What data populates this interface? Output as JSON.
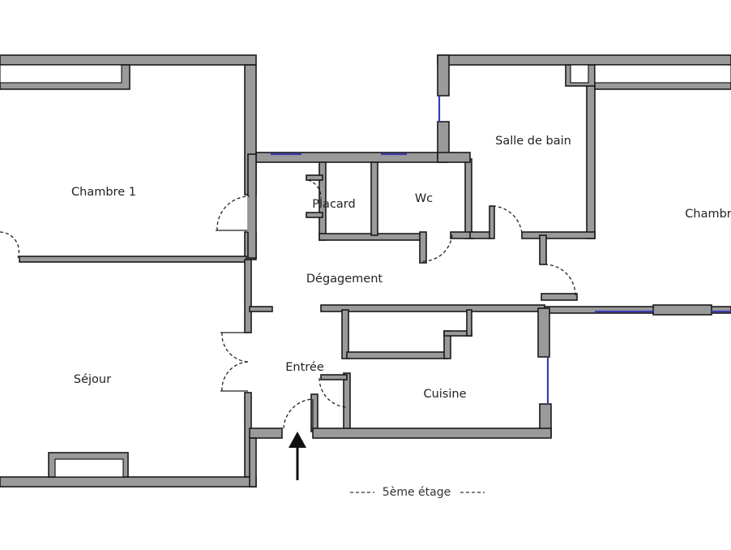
{
  "rooms": {
    "chambre1": "Chambre 1",
    "sejour": "Séjour",
    "placard": "Placard",
    "wc": "Wc",
    "salle_de_bain": "Salle de bain",
    "chambre2": "Chambr",
    "degagement": "Dégagement",
    "entree": "Entrée",
    "cuisine": "Cuisine"
  },
  "floor": {
    "label": "5ème étage"
  },
  "icons": {
    "entrance": "arrow-up-icon"
  },
  "colors": {
    "wall_fill": "#9a9a9a",
    "wall_stroke": "#1a1a1a",
    "window": "#3b3bb0",
    "background": "#ffffff"
  }
}
